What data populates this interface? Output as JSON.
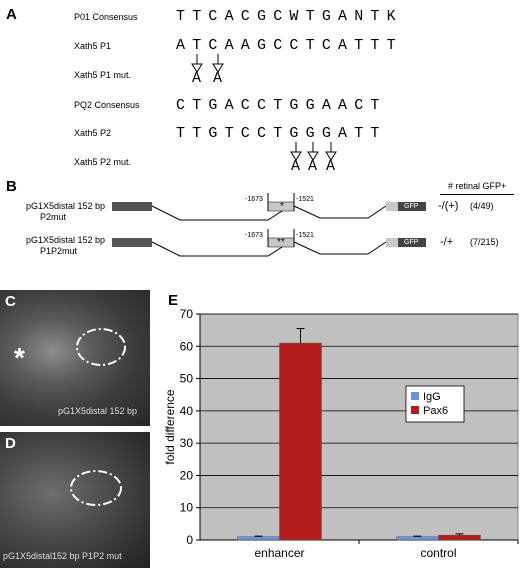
{
  "panel_a": {
    "letter": "A",
    "rows": [
      {
        "label": "P01 Consensus",
        "seq": "TTCACGCWTGANTK"
      },
      {
        "label": "Xath5 P1",
        "seq": "ATCAAGCCTCATTT"
      },
      {
        "label": "Xath5 P1 mut.",
        "seq": "",
        "mut_letters": [
          "A",
          "A"
        ]
      },
      {
        "label": "PQ2 Consensus",
        "seq": "CTGACCTGGAACT"
      },
      {
        "label": "Xath5 P2",
        "seq": "TTGTCCTGGGATT"
      },
      {
        "label": "Xath5 P2 mut.",
        "seq": "",
        "mut_letters": [
          "A",
          "A",
          "A"
        ]
      }
    ]
  },
  "panel_b": {
    "letter": "B",
    "header": "# retinal GFP+",
    "constructs": [
      {
        "name_line1": "pG1X5distal 152 bp",
        "name_line2": "P2mut",
        "left_coord": "-1673",
        "right_coord": "-1521",
        "mark": "*",
        "gfp": "GFP",
        "result": "-/(+)",
        "count": "(4/49)"
      },
      {
        "name_line1": "pG1X5distal 152 bp",
        "name_line2": "P1P2mut",
        "left_coord": "-1673",
        "right_coord": "-1521",
        "mark": "**",
        "gfp": "GFP",
        "result": "-/+",
        "count": "(7/215)"
      }
    ]
  },
  "panel_c": {
    "letter": "C",
    "caption": "pG1X5distal 152 bp",
    "asterisk": "*"
  },
  "panel_d": {
    "letter": "D",
    "caption": "pG1X5distal152 bp P1P2 mut"
  },
  "panel_e": {
    "letter": "E"
  },
  "chart_data": {
    "type": "bar",
    "categories": [
      "enhancer",
      "control"
    ],
    "series": [
      {
        "name": "IgG",
        "values": [
          1,
          1
        ],
        "errors": [
          0.2,
          0.2
        ],
        "color": "#6f8fe6"
      },
      {
        "name": "Pax6",
        "values": [
          61,
          1.5
        ],
        "errors": [
          4.5,
          0.4
        ],
        "color": "#b51d1d"
      }
    ],
    "ylabel": "fold difference",
    "ylim": [
      0,
      70
    ],
    "yticks": [
      0,
      10,
      20,
      30,
      40,
      50,
      60,
      70
    ],
    "grid": true,
    "legend": "center-right",
    "plot_bg": "#c0c0c0"
  }
}
